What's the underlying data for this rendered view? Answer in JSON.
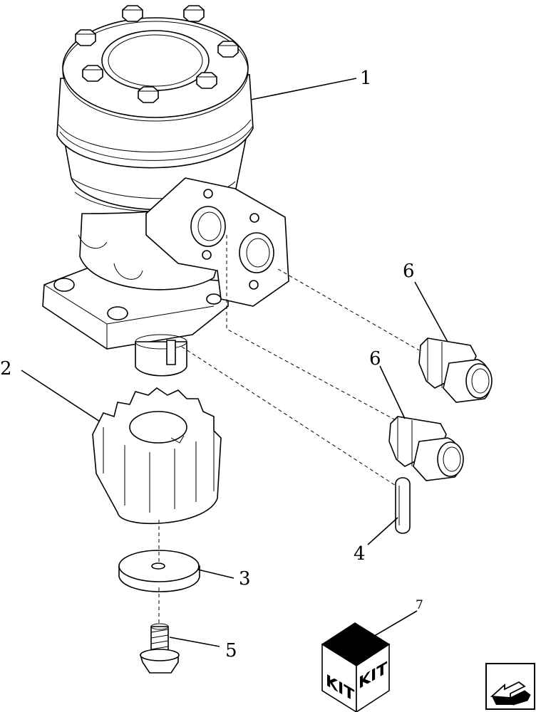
{
  "callouts": {
    "c1": "1",
    "c2": "2",
    "c3": "3",
    "c4": "4",
    "c5": "5",
    "c6a": "6",
    "c6b": "6",
    "c7": "7"
  },
  "kit": {
    "label_left": "KIT",
    "label_right": "KIT"
  },
  "icons": {
    "nav": "back-arrow-icon"
  }
}
